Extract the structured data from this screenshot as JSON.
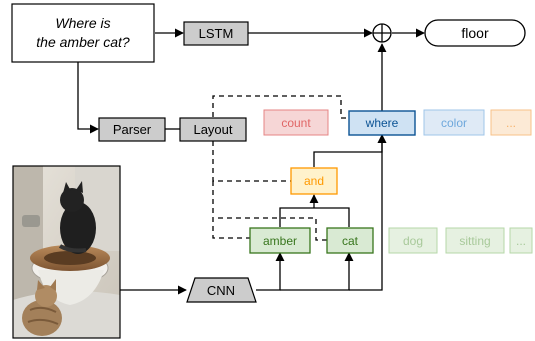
{
  "question": {
    "line1": "Where is",
    "line2": "the amber cat?"
  },
  "blocks": {
    "lstm": "LSTM",
    "parser": "Parser",
    "layout": "Layout",
    "cnn": "CNN",
    "answer": "floor"
  },
  "modules": {
    "count": "count",
    "where": "where",
    "color": "color",
    "more_top": "...",
    "and": "and",
    "amber": "amber",
    "cat": "cat",
    "dog": "dog",
    "sitting": "sitting",
    "more_bottom": "..."
  },
  "colors": {
    "gray_fill": "#cccccc",
    "count_fill": "#f4cccc",
    "count_stroke": "#e06666",
    "count_text": "#e06666",
    "where_fill": "#cfe2f3",
    "where_stroke": "#0b5394",
    "where_text": "#0b5394",
    "color_fill": "#dfeaf6",
    "color_stroke": "#9fc5e8",
    "color_text": "#6fa8dc",
    "orange_fill": "#fce5cd",
    "orange_stroke": "#f6b26b",
    "orange_text": "#f6b26b",
    "and_fill": "#fff2cc",
    "and_stroke": "#ff9900",
    "and_text": "#ff9900",
    "green_fill": "#d9ead3",
    "green_stroke": "#38761d",
    "green_text": "#38761d",
    "faint_green_fill": "#e6f1e1",
    "faint_green_stroke": "#b6d7a8",
    "faint_green_text": "#a8c99a"
  },
  "photo": {
    "subject": "cat-photo"
  }
}
